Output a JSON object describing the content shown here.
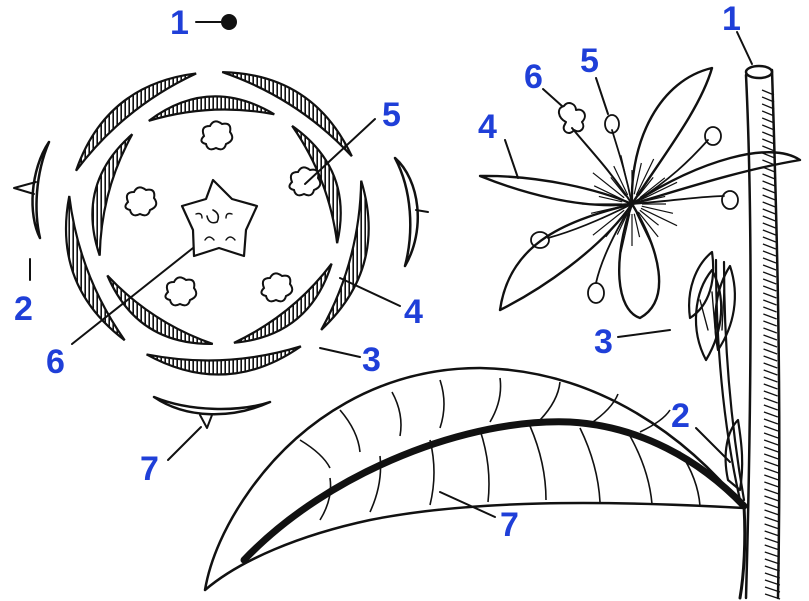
{
  "colors": {
    "ink": "#111111",
    "label": "#1f3fd8",
    "background": "#ffffff"
  },
  "diagram_left": {
    "labels": {
      "axis": "1",
      "bracteole": "2",
      "sepal": "3",
      "petal": "4",
      "stamen": "5",
      "pistil": "6",
      "bract": "7"
    }
  },
  "diagram_right": {
    "labels": {
      "axis": "1",
      "bracteole": "2",
      "sepal": "3",
      "petal": "4",
      "stamen": "5",
      "pistil": "6",
      "leaf": "7"
    }
  }
}
